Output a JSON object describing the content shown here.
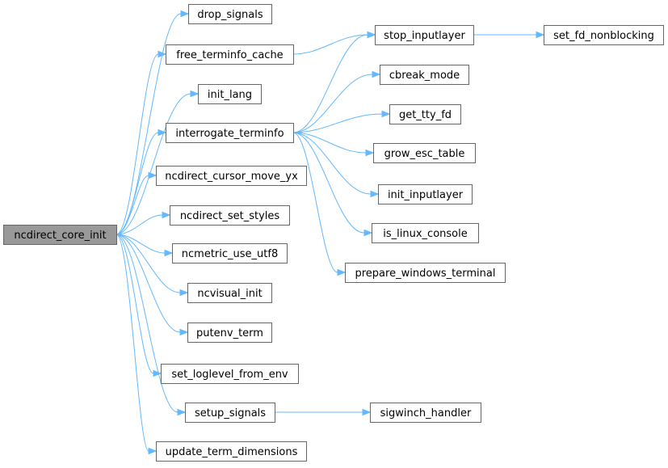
{
  "colors": {
    "edge": "#63b8ff",
    "root_fill": "#999999",
    "node_border": "#666666",
    "node_fill": "#ffffff"
  },
  "nodes": [
    {
      "id": "ncdirect_core_init",
      "label": "ncdirect_core_init",
      "root": true
    },
    {
      "id": "drop_signals",
      "label": "drop_signals"
    },
    {
      "id": "free_terminfo_cache",
      "label": "free_terminfo_cache"
    },
    {
      "id": "init_lang",
      "label": "init_lang"
    },
    {
      "id": "interrogate_terminfo",
      "label": "interrogate_terminfo"
    },
    {
      "id": "ncdirect_cursor_move_yx",
      "label": "ncdirect_cursor_move_yx"
    },
    {
      "id": "ncdirect_set_styles",
      "label": "ncdirect_set_styles"
    },
    {
      "id": "ncmetric_use_utf8",
      "label": "ncmetric_use_utf8"
    },
    {
      "id": "ncvisual_init",
      "label": "ncvisual_init"
    },
    {
      "id": "putenv_term",
      "label": "putenv_term"
    },
    {
      "id": "set_loglevel_from_env",
      "label": "set_loglevel_from_env"
    },
    {
      "id": "setup_signals",
      "label": "setup_signals"
    },
    {
      "id": "update_term_dimensions",
      "label": "update_term_dimensions"
    },
    {
      "id": "stop_inputlayer",
      "label": "stop_inputlayer"
    },
    {
      "id": "set_fd_nonblocking",
      "label": "set_fd_nonblocking"
    },
    {
      "id": "cbreak_mode",
      "label": "cbreak_mode"
    },
    {
      "id": "get_tty_fd",
      "label": "get_tty_fd"
    },
    {
      "id": "grow_esc_table",
      "label": "grow_esc_table"
    },
    {
      "id": "init_inputlayer",
      "label": "init_inputlayer"
    },
    {
      "id": "is_linux_console",
      "label": "is_linux_console"
    },
    {
      "id": "prepare_windows_terminal",
      "label": "prepare_windows_terminal"
    },
    {
      "id": "sigwinch_handler",
      "label": "sigwinch_handler"
    }
  ],
  "edges": [
    [
      "ncdirect_core_init",
      "drop_signals"
    ],
    [
      "ncdirect_core_init",
      "free_terminfo_cache"
    ],
    [
      "ncdirect_core_init",
      "init_lang"
    ],
    [
      "ncdirect_core_init",
      "interrogate_terminfo"
    ],
    [
      "ncdirect_core_init",
      "ncdirect_cursor_move_yx"
    ],
    [
      "ncdirect_core_init",
      "ncdirect_set_styles"
    ],
    [
      "ncdirect_core_init",
      "ncmetric_use_utf8"
    ],
    [
      "ncdirect_core_init",
      "ncvisual_init"
    ],
    [
      "ncdirect_core_init",
      "putenv_term"
    ],
    [
      "ncdirect_core_init",
      "set_loglevel_from_env"
    ],
    [
      "ncdirect_core_init",
      "setup_signals"
    ],
    [
      "ncdirect_core_init",
      "update_term_dimensions"
    ],
    [
      "free_terminfo_cache",
      "stop_inputlayer"
    ],
    [
      "stop_inputlayer",
      "set_fd_nonblocking"
    ],
    [
      "interrogate_terminfo",
      "stop_inputlayer"
    ],
    [
      "interrogate_terminfo",
      "cbreak_mode"
    ],
    [
      "interrogate_terminfo",
      "get_tty_fd"
    ],
    [
      "interrogate_terminfo",
      "grow_esc_table"
    ],
    [
      "interrogate_terminfo",
      "init_inputlayer"
    ],
    [
      "interrogate_terminfo",
      "is_linux_console"
    ],
    [
      "interrogate_terminfo",
      "prepare_windows_terminal"
    ],
    [
      "setup_signals",
      "sigwinch_handler"
    ]
  ]
}
